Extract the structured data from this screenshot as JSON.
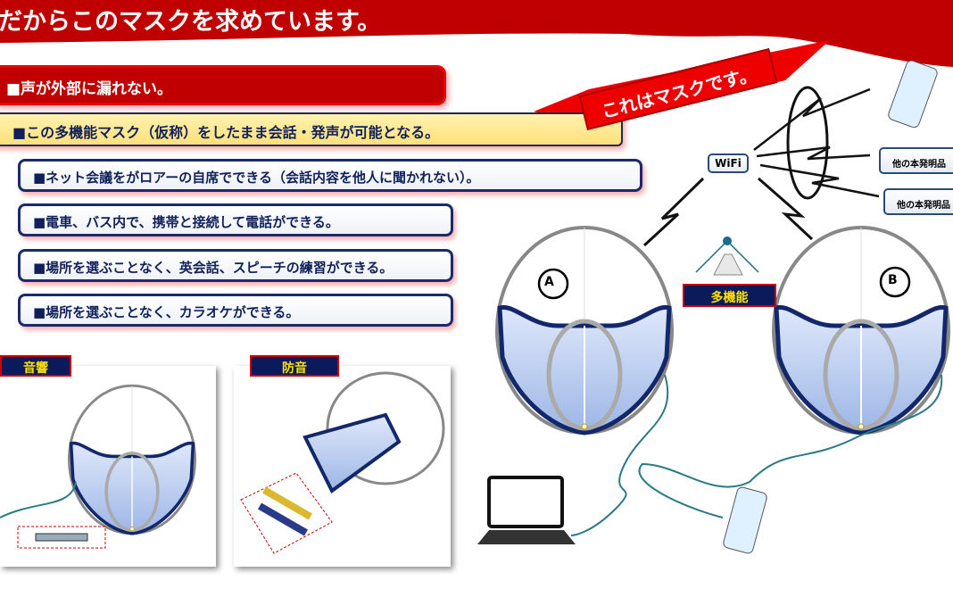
{
  "header": {
    "title": "だからこのマスクを求めています。"
  },
  "features": {
    "main": "■声が外部に漏れない。",
    "highlight": "■この多機能マスク（仮称）をしたまま会話・発声が可能となる。",
    "items": [
      "■ネット会議をがロアーの自席でできる（会話内容を他人に聞かれない）。",
      "■電車、バス内で、携帯と接続して電話ができる。",
      "■場所を選ぶことなく、英会話、スピーチの練習ができる。",
      "■場所を選ぶことなく、カラオケができる。"
    ]
  },
  "diagram": {
    "ribbon": "これはマスクです。",
    "wifi": "WiFi",
    "other_products": [
      "他の本発明品",
      "他の本発明品"
    ],
    "mask_a": "A",
    "mask_b": "B",
    "multi_label": "多機能"
  },
  "panels": {
    "acoustic": "音響",
    "soundproof": "防音"
  },
  "colors": {
    "red": "#c00000",
    "navy": "#1a2a6a",
    "yellow": "#ffe07a",
    "mask_blue": "#b8cdf0"
  }
}
